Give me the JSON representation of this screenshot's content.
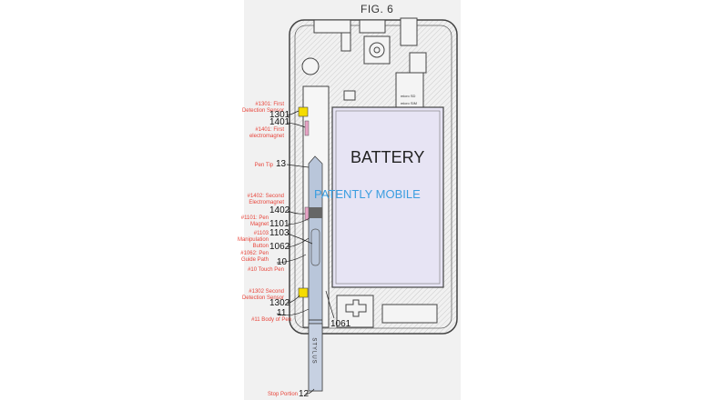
{
  "figure_title": "FIG. 6",
  "battery_label": "BATTERY",
  "watermark": "PATENTLY MOBILE",
  "pen_text": "STYLUS",
  "labels": [
    {
      "id": "1301",
      "text": "#1301: First Detection Sensor",
      "number": "1301"
    },
    {
      "id": "1401",
      "text": "#1401: First electromagnet",
      "number": "1401"
    },
    {
      "id": "13",
      "text": "Pen Tip",
      "number": "13"
    },
    {
      "id": "1402",
      "text": "#1402: Second Electromagnet",
      "number": "1402"
    },
    {
      "id": "1101",
      "text": "#1101: Pen Magnet",
      "number": "1101"
    },
    {
      "id": "1103",
      "text": "#1103 Manipulation Button",
      "number": "1103"
    },
    {
      "id": "1062",
      "text": "#1062: Pen Guide Path",
      "number": "1062"
    },
    {
      "id": "10",
      "text": "#10 Touch Pen",
      "number": "10"
    },
    {
      "id": "1302",
      "text": "#1302 Second Detection Sensor",
      "number": "1302"
    },
    {
      "id": "11",
      "text": "#11 Body of Pen",
      "number": "11"
    },
    {
      "id": "1061",
      "text": "",
      "number": "1061"
    },
    {
      "id": "12",
      "text": "Stop Portion",
      "number": "12"
    }
  ],
  "colors": {
    "annotation": "#e8443a",
    "watermark": "#3b9ee0",
    "battery": "#e7e4f4",
    "pen": "#b9c6da",
    "sensor": "#f5dc00"
  }
}
